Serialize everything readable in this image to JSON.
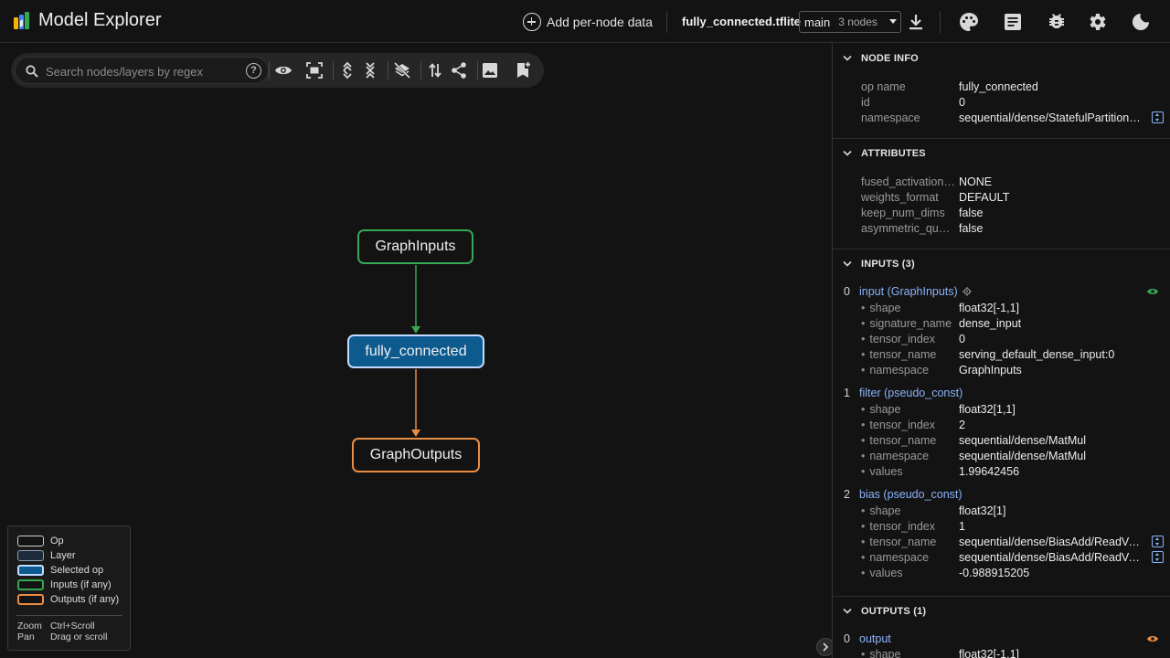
{
  "app": {
    "title": "Model Explorer"
  },
  "header": {
    "add_data_label": "Add per-node data",
    "filename": "fully_connected.tflite",
    "graph_select": {
      "value": "main",
      "count": "3 nodes"
    }
  },
  "toolbar": {
    "search_placeholder": "Search nodes/layers by regex",
    "help_glyph": "?"
  },
  "graph": {
    "nodes": {
      "inputs": "GraphInputs",
      "selected": "fully_connected",
      "outputs": "GraphOutputs"
    }
  },
  "legend": {
    "items": [
      "Op",
      "Layer",
      "Selected op",
      "Inputs (if any)",
      "Outputs (if any)"
    ],
    "zoom": {
      "key": "Zoom",
      "value": "Ctrl+Scroll"
    },
    "pan": {
      "key": "Pan",
      "value": "Drag or scroll"
    }
  },
  "panel": {
    "node_info": {
      "title": "NODE INFO",
      "rows": [
        {
          "k": "op name",
          "v": "fully_connected"
        },
        {
          "k": "id",
          "v": "0"
        },
        {
          "k": "namespace",
          "v": "sequential/dense/StatefulPartitionedCall"
        }
      ]
    },
    "attributes": {
      "title": "ATTRIBUTES",
      "rows": [
        {
          "k": "fused_activation_function",
          "v": "NONE"
        },
        {
          "k": "weights_format",
          "v": "DEFAULT"
        },
        {
          "k": "keep_num_dims",
          "v": "false"
        },
        {
          "k": "asymmetric_quantize_inputs",
          "v": "false"
        }
      ]
    },
    "inputs": {
      "title": "INPUTS (3)",
      "items": [
        {
          "idx": "0",
          "name": "input (GraphInputs)",
          "rows": [
            {
              "k": "shape",
              "v": "float32[-1,1]"
            },
            {
              "k": "signature_name",
              "v": "dense_input"
            },
            {
              "k": "tensor_index",
              "v": "0"
            },
            {
              "k": "tensor_name",
              "v": "serving_default_dense_input:0"
            },
            {
              "k": "namespace",
              "v": "GraphInputs"
            }
          ]
        },
        {
          "idx": "1",
          "name": "filter (pseudo_const)",
          "rows": [
            {
              "k": "shape",
              "v": "float32[1,1]"
            },
            {
              "k": "tensor_index",
              "v": "2"
            },
            {
              "k": "tensor_name",
              "v": "sequential/dense/MatMul"
            },
            {
              "k": "namespace",
              "v": "sequential/dense/MatMul"
            },
            {
              "k": "values",
              "v": "1.99642456"
            }
          ]
        },
        {
          "idx": "2",
          "name": "bias (pseudo_const)",
          "rows": [
            {
              "k": "shape",
              "v": "float32[1]"
            },
            {
              "k": "tensor_index",
              "v": "1"
            },
            {
              "k": "tensor_name",
              "v": "sequential/dense/BiasAdd/ReadVariableOp"
            },
            {
              "k": "namespace",
              "v": "sequential/dense/BiasAdd/ReadVariableOp"
            },
            {
              "k": "values",
              "v": "-0.988915205"
            }
          ]
        }
      ]
    },
    "outputs": {
      "title": "OUTPUTS (1)",
      "items": [
        {
          "idx": "0",
          "name": "output",
          "rows": [
            {
              "k": "shape",
              "v": "float32[-1,1]"
            }
          ]
        }
      ]
    }
  },
  "colors": {
    "inputs": "#35a853",
    "outputs": "#ea8d44",
    "selected": "#0d5a8f",
    "link": "#8ab4f8"
  }
}
